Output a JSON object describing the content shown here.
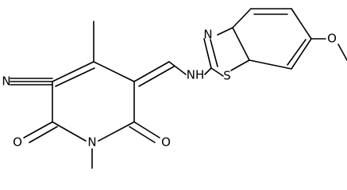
{
  "molecule": {
    "atoms": {
      "nitrile_n": "N",
      "amine_nh": "NH",
      "ring_n": "N",
      "oxo_o_left": "O",
      "oxo_o_right": "O",
      "thiazole_n": "N",
      "thiazole_s": "S",
      "methoxy_o": "O"
    }
  },
  "colors": {
    "bond": "#000000",
    "label": "#000000",
    "background": "#ffffff"
  }
}
